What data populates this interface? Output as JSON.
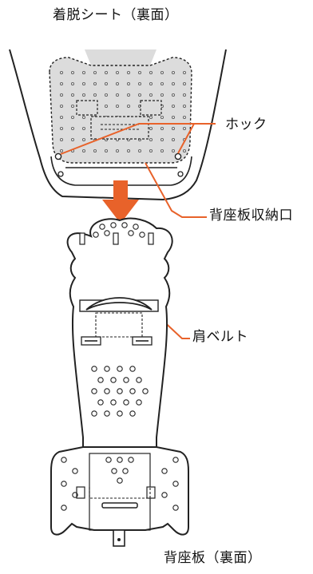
{
  "title_top": "着脱シート（裏面）",
  "title_bottom": "背座板（裏面）",
  "labels": {
    "hook": "ホック",
    "backrest_slot": "背座板収納口",
    "shoulder_belt": "肩ベルト"
  },
  "colors": {
    "leader_line": "#e8622a",
    "arrow": "#e8622a",
    "outline": "#222222",
    "shade": "#dcdcdc"
  }
}
